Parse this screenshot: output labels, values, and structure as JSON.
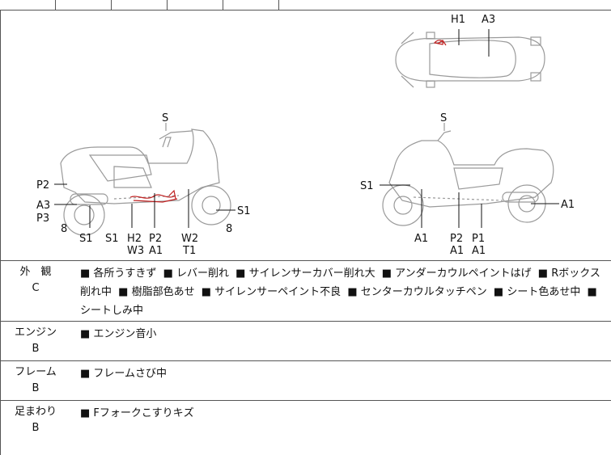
{
  "diagram": {
    "top_view_labels": [
      "H1",
      "A3"
    ],
    "left_view_labels": {
      "top": "S",
      "left": [
        "P2",
        "A3",
        "P3"
      ],
      "eight_left": "8",
      "bottom": [
        "S1",
        "S1",
        "H2",
        "W3",
        "P2",
        "A1",
        "W2",
        "T1"
      ],
      "right": [
        "S1",
        "8"
      ]
    },
    "right_view_labels": {
      "top": "S",
      "left": "S1",
      "right": "A1",
      "bottom": [
        "A1",
        "P2",
        "A1",
        "P1",
        "A1"
      ]
    }
  },
  "rows": [
    {
      "name": "外　観",
      "grade": "C",
      "items": [
        "各所うすきず",
        "レバー削れ",
        "サイレンサーカバー削れ大",
        "アンダーカウルペイントはげ",
        "Rボックス削れ中",
        "樹脂部色あせ",
        "サイレンサーペイント不良",
        "センターカウルタッチペン",
        "シート色あせ中",
        "シートしみ中"
      ]
    },
    {
      "name": "エンジン",
      "grade": "B",
      "items": [
        "エンジン音小"
      ]
    },
    {
      "name": "フレーム",
      "grade": "B",
      "items": [
        "フレームさび中"
      ]
    },
    {
      "name": "足まわり",
      "grade": "B",
      "items": [
        "Fフォークこすりキズ"
      ]
    }
  ]
}
